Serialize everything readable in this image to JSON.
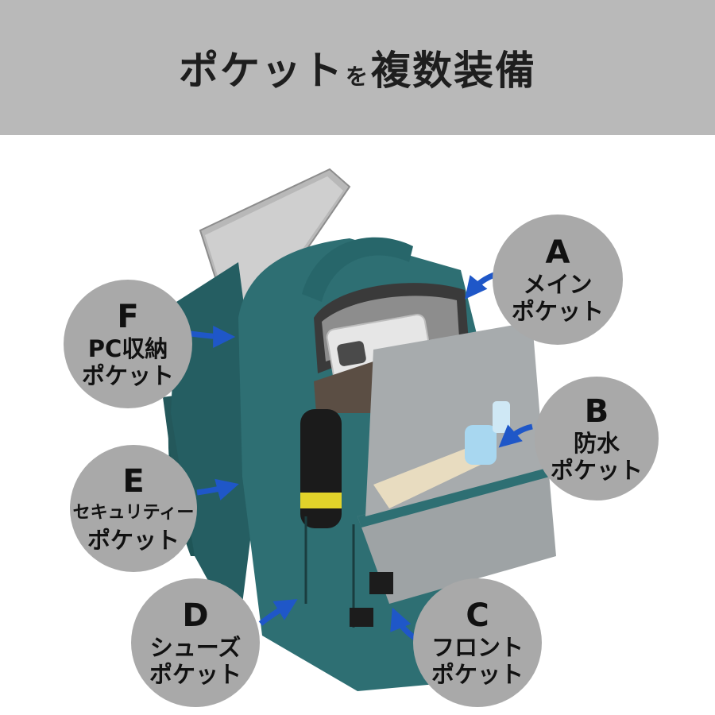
{
  "header": {
    "title_part1": "ポケット",
    "title_connector": "を",
    "title_part2": "複数装備"
  },
  "colors": {
    "header_bg": "#b9b9b9",
    "badge_bg": "#a9a9a9",
    "arrow": "#1f57c8",
    "bag": "#2e6f73"
  },
  "badges": {
    "a": {
      "letter": "A",
      "line1": "メイン",
      "line2": "ポケット"
    },
    "b": {
      "letter": "B",
      "line1": "防水",
      "line2": "ポケット"
    },
    "c": {
      "letter": "C",
      "line1": "フロント",
      "line2": "ポケット"
    },
    "d": {
      "letter": "D",
      "line1": "シューズ",
      "line2": "ポケット"
    },
    "e": {
      "letter": "E",
      "line1": "セキュリティー",
      "line2": "ポケット"
    },
    "f": {
      "letter": "F",
      "line1": "PC収納",
      "line2": "ポケット"
    }
  }
}
